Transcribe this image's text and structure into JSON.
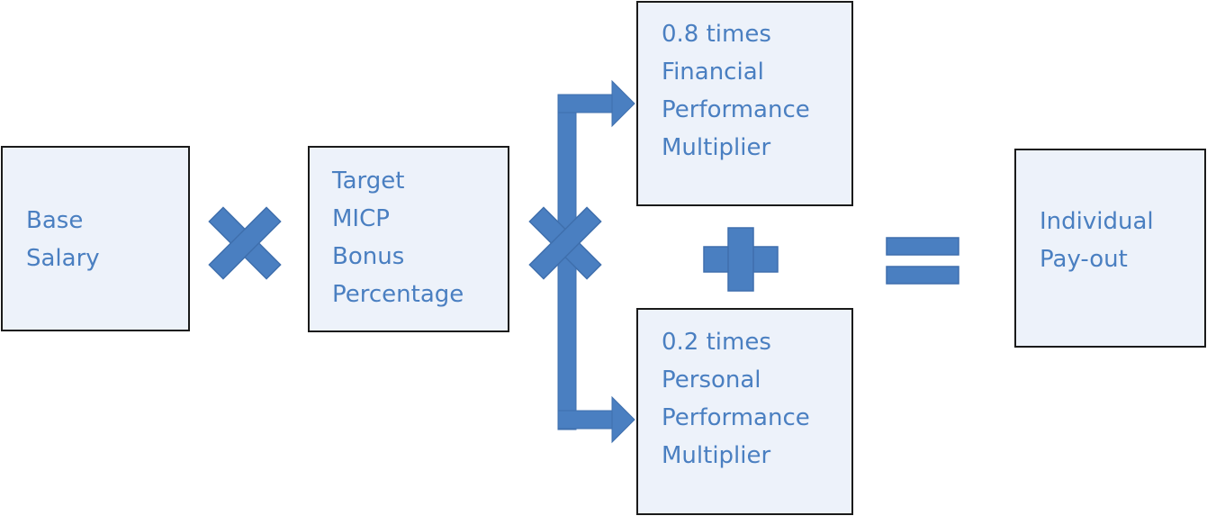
{
  "diagram": {
    "nodes": {
      "base_salary": {
        "lines": [
          "Base",
          "Salary"
        ]
      },
      "target_bonus": {
        "lines": [
          "Target",
          "MICP",
          "Bonus",
          "Percentage"
        ]
      },
      "financial": {
        "lines": [
          "0.8 times",
          "Financial",
          "Performance",
          "Multiplier"
        ]
      },
      "personal": {
        "lines": [
          "0.2 times",
          "Personal",
          "Performance",
          "Multiplier"
        ]
      },
      "payout": {
        "lines": [
          "Individual",
          "Pay-out"
        ]
      }
    },
    "operators": [
      "multiply",
      "multiply",
      "plus",
      "equals"
    ],
    "colors": {
      "accent": "#4a7fc1",
      "box_fill": "#edf2fa",
      "box_border": "#1a1a1a"
    }
  }
}
